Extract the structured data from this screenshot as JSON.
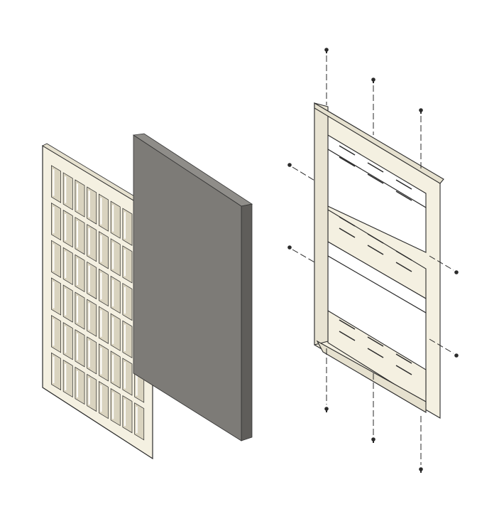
{
  "colors": {
    "background": "#ffffff",
    "part_fill": "#f4f0e1",
    "part_stroke": "#2b2b2b",
    "filter_front": "#7d7b77",
    "filter_side": "#5f5d5a",
    "filter_top": "#8f8d89",
    "clip_blue": "#8fc3e6",
    "screw": "#2a2a2a"
  },
  "icons": [
    "grille-part",
    "filter-panel-part",
    "mounting-frame-part",
    "screw-icon"
  ]
}
